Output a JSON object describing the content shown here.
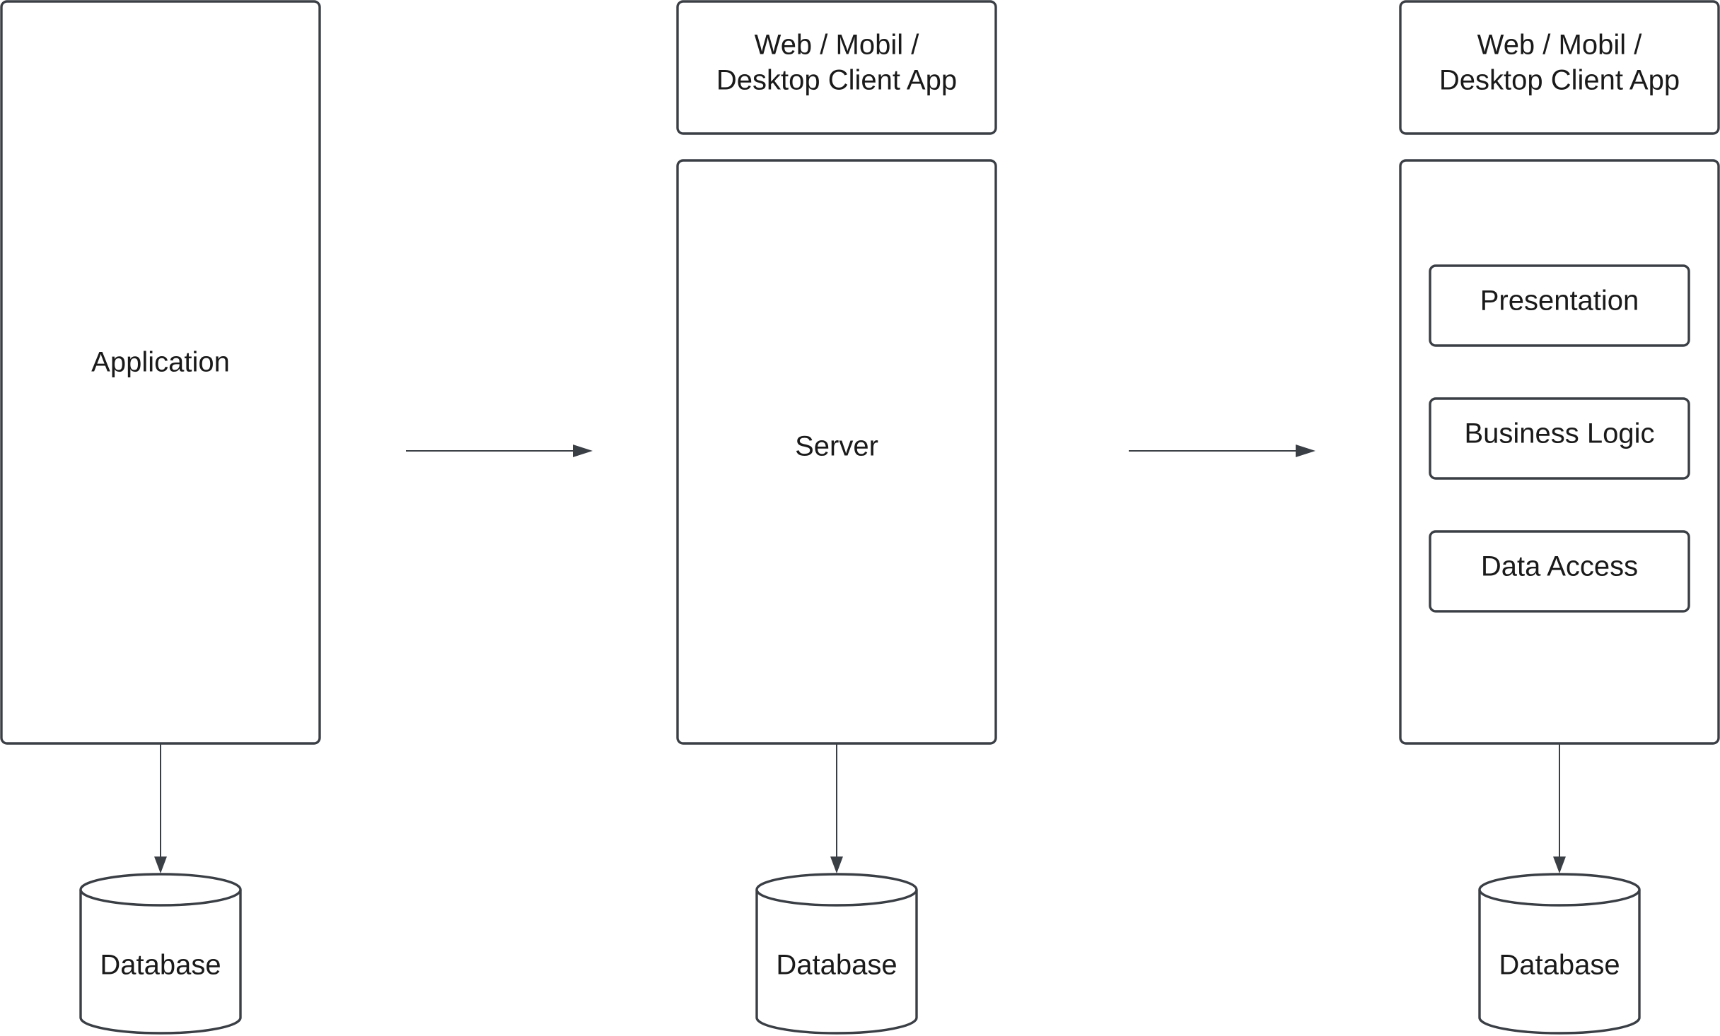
{
  "stage_1": {
    "application_label": "Application",
    "database_label": "Database"
  },
  "stage_2": {
    "client_label_line1": "Web / Mobil /",
    "client_label_line2": "Desktop Client App",
    "server_label": "Server",
    "database_label": "Database"
  },
  "stage_3": {
    "client_label_line1": "Web / Mobil /",
    "client_label_line2": "Desktop Client App",
    "layers": [
      "Presentation",
      "Business Logic",
      "Data Access"
    ],
    "database_label": "Database"
  },
  "colors": {
    "stroke": "#3a3e45",
    "text": "#1a1a1a",
    "background": "#ffffff"
  }
}
